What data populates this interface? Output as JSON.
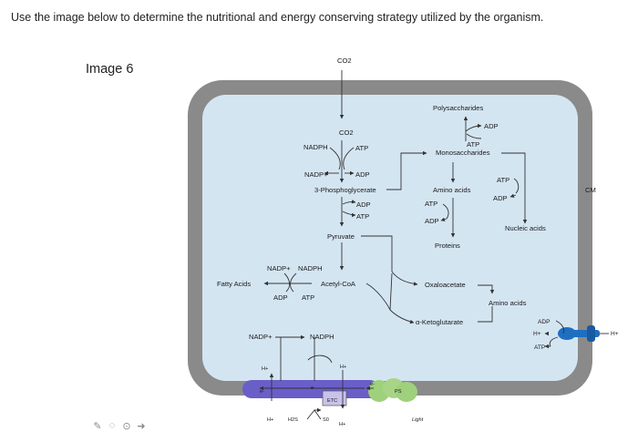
{
  "question": "Use the image below to determine the nutritional and energy conserving strategy utilized by the organism.",
  "image_label": "Image 6",
  "diagram": {
    "co2_top": "CO2",
    "co2_inner": "CO2",
    "nadph_1": "NADPH",
    "atp_1": "ATP",
    "nadp_1": "NADP+",
    "adp_1": "ADP",
    "pga": "3-Phosphoglycerate",
    "adp_2": "ADP",
    "atp_2": "ATP",
    "pyruvate": "Pyruvate",
    "nadp_2": "NADP+",
    "nadph_2": "NADPH",
    "acetyl_coa": "Acetyl-CoA",
    "fatty_acids": "Fatty Acids",
    "adp_3": "ADP",
    "atp_3": "ATP",
    "nadp_3": "NADP+",
    "nadph_3": "NADPH",
    "polysaccharides": "Polysaccharides",
    "adp_4": "ADP",
    "atp_4": "ATP",
    "monosaccharides": "Monosaccharides",
    "amino_acids_1": "Amino acids",
    "atp_5": "ATP",
    "adp_5": "ADP",
    "proteins": "Proteins",
    "atp_6": "ATP",
    "adp_6": "ADP",
    "nucleic_acids": "Nucleic acids",
    "oxaloacetate": "Oxaloacetate",
    "amino_acids_2": "Amino acids",
    "ketoglutarate": "α-Ketoglutarate",
    "cm": "CM",
    "adp_7": "ADP",
    "h_7": "H+",
    "atp_7": "ATP",
    "h_out": "H+",
    "h_1": "H+",
    "h_2": "H+",
    "h_3": "H+",
    "h_4": "H+",
    "e_1": "e-",
    "e_2": "e-",
    "e_3": "e-",
    "h2s": "H2S",
    "s0": "S0",
    "etc": "ETC",
    "ps": "PS",
    "light": "Light"
  },
  "colors": {
    "cell_wall": "#8a8a8a",
    "cytoplasm": "#d4e5f2",
    "membrane_blue": "#6a5ec9",
    "ps_green": "#9fd07c",
    "atp_synthase": "#1f6fc0"
  }
}
